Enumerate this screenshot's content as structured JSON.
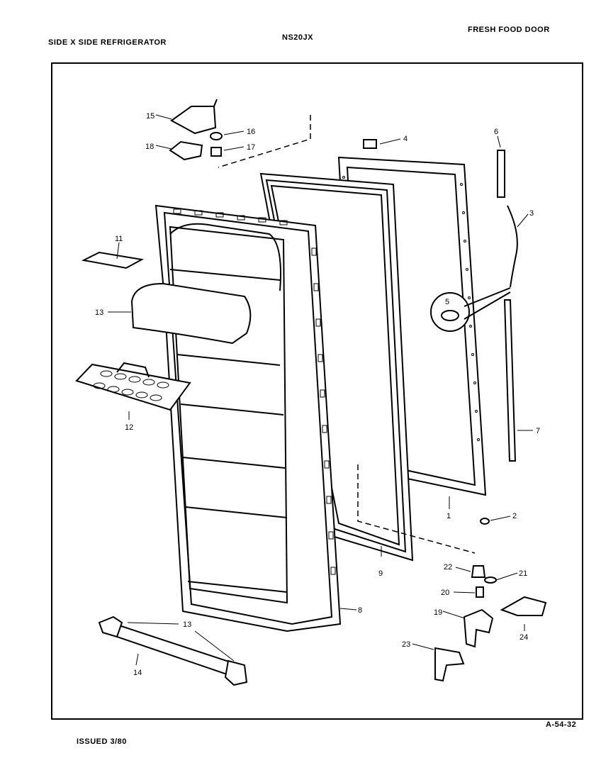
{
  "header": {
    "left": "SIDE X SIDE REFRIGERATOR",
    "center": "NS20JX",
    "right": "FRESH FOOD DOOR"
  },
  "footer": {
    "issued": "ISSUED 3/80",
    "code": "A-54-32"
  },
  "callouts": {
    "p1": "1",
    "p2": "2",
    "p3": "3",
    "p4": "4",
    "p5": "5",
    "p6": "6",
    "p7": "7",
    "p8": "8",
    "p9": "9",
    "p11": "11",
    "p12": "12",
    "p13a": "13",
    "p13b": "13",
    "p14": "14",
    "p15": "15",
    "p16": "16",
    "p17": "17",
    "p18": "18",
    "p19": "19",
    "p20": "20",
    "p21": "21",
    "p22": "22",
    "p23": "23",
    "p24": "24"
  }
}
